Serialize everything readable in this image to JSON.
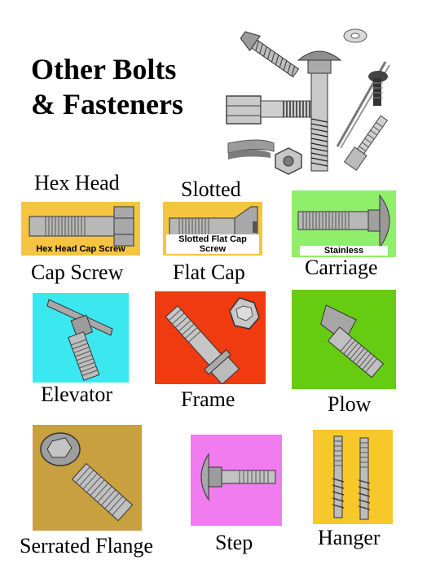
{
  "title": "Other Bolts\n& Fasteners",
  "labels": {
    "hex_head": "Hex Head",
    "slotted": "Slotted",
    "cap_screw": "Cap Screw",
    "flat_cap": "Flat Cap",
    "carriage": "Carriage",
    "elevator": "Elevator",
    "frame": "Frame",
    "plow": "Plow",
    "serrated_flange": "Serrated Flange",
    "step": "Step",
    "hanger": "Hanger"
  },
  "captions": {
    "hex_head_cap_screw": "Hex Head Cap Screw",
    "slotted_flat_cap_screw": "Slotted Flat Cap Screw",
    "stainless": "Stainless"
  },
  "colors": {
    "hex_head_bg": "#f5c542",
    "slotted_bg": "#f5c542",
    "carriage_bg": "#8fef6a",
    "elevator_bg": "#3be8f0",
    "frame_bg": "#f03a10",
    "plow_bg": "#66cc11",
    "serrated_bg": "#c8a040",
    "step_bg": "#f07cf0",
    "hanger_bg": "#f7c82a",
    "metal": "#b8b8b8"
  }
}
